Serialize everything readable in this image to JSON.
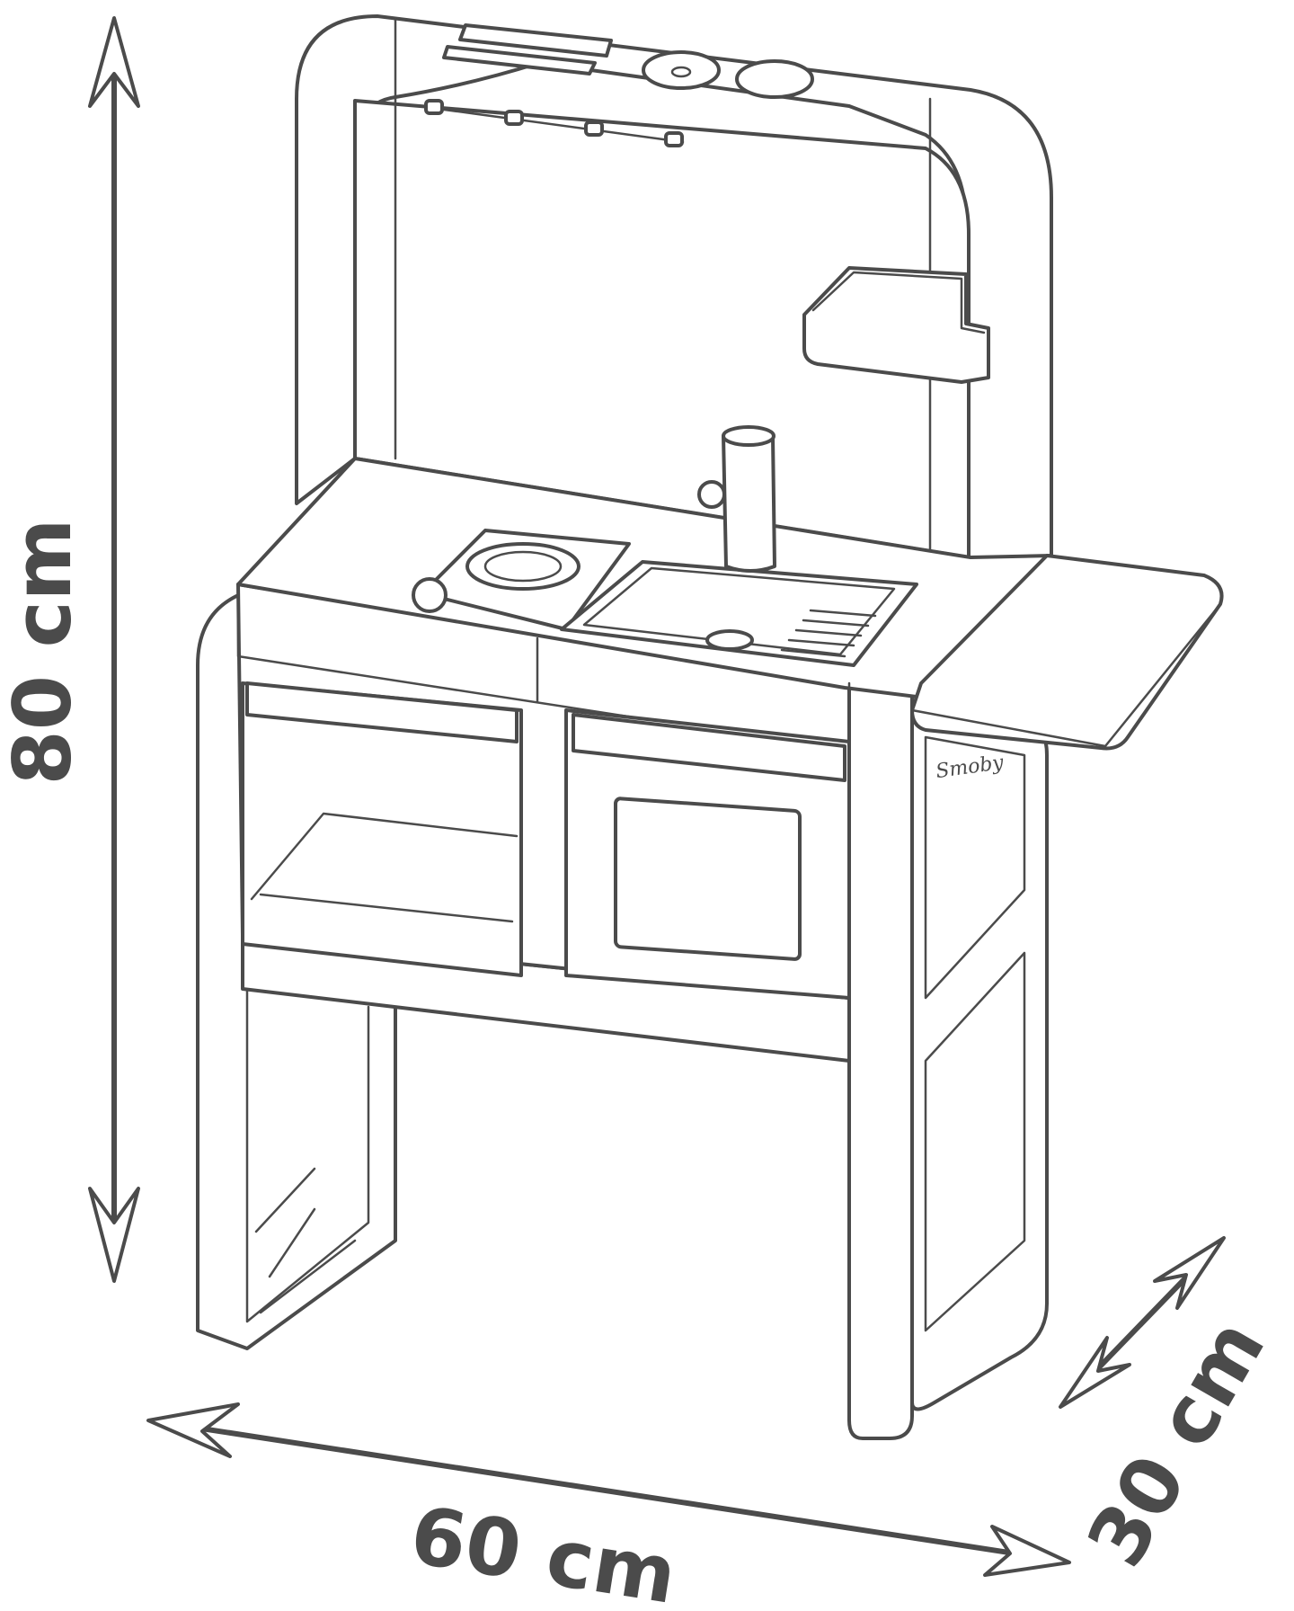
{
  "dimensions": {
    "height_label": "80 cm",
    "width_label": "60  cm",
    "depth_label": "30 cm"
  },
  "brand_mark": "Smoby",
  "colors": {
    "line": "#4b4b4b",
    "background": "#ffffff"
  }
}
